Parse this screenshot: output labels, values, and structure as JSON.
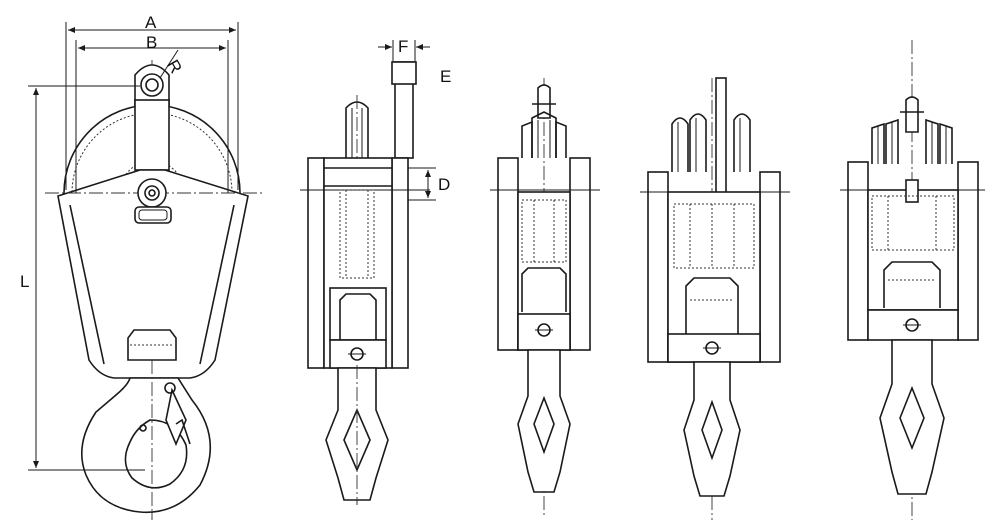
{
  "dimensions": {
    "A": "A",
    "B": "B",
    "R": "R",
    "F": "F",
    "E": "E",
    "D": "D",
    "L": "L"
  },
  "colors": {
    "line": "#1a1a1a",
    "background": "#ffffff"
  }
}
